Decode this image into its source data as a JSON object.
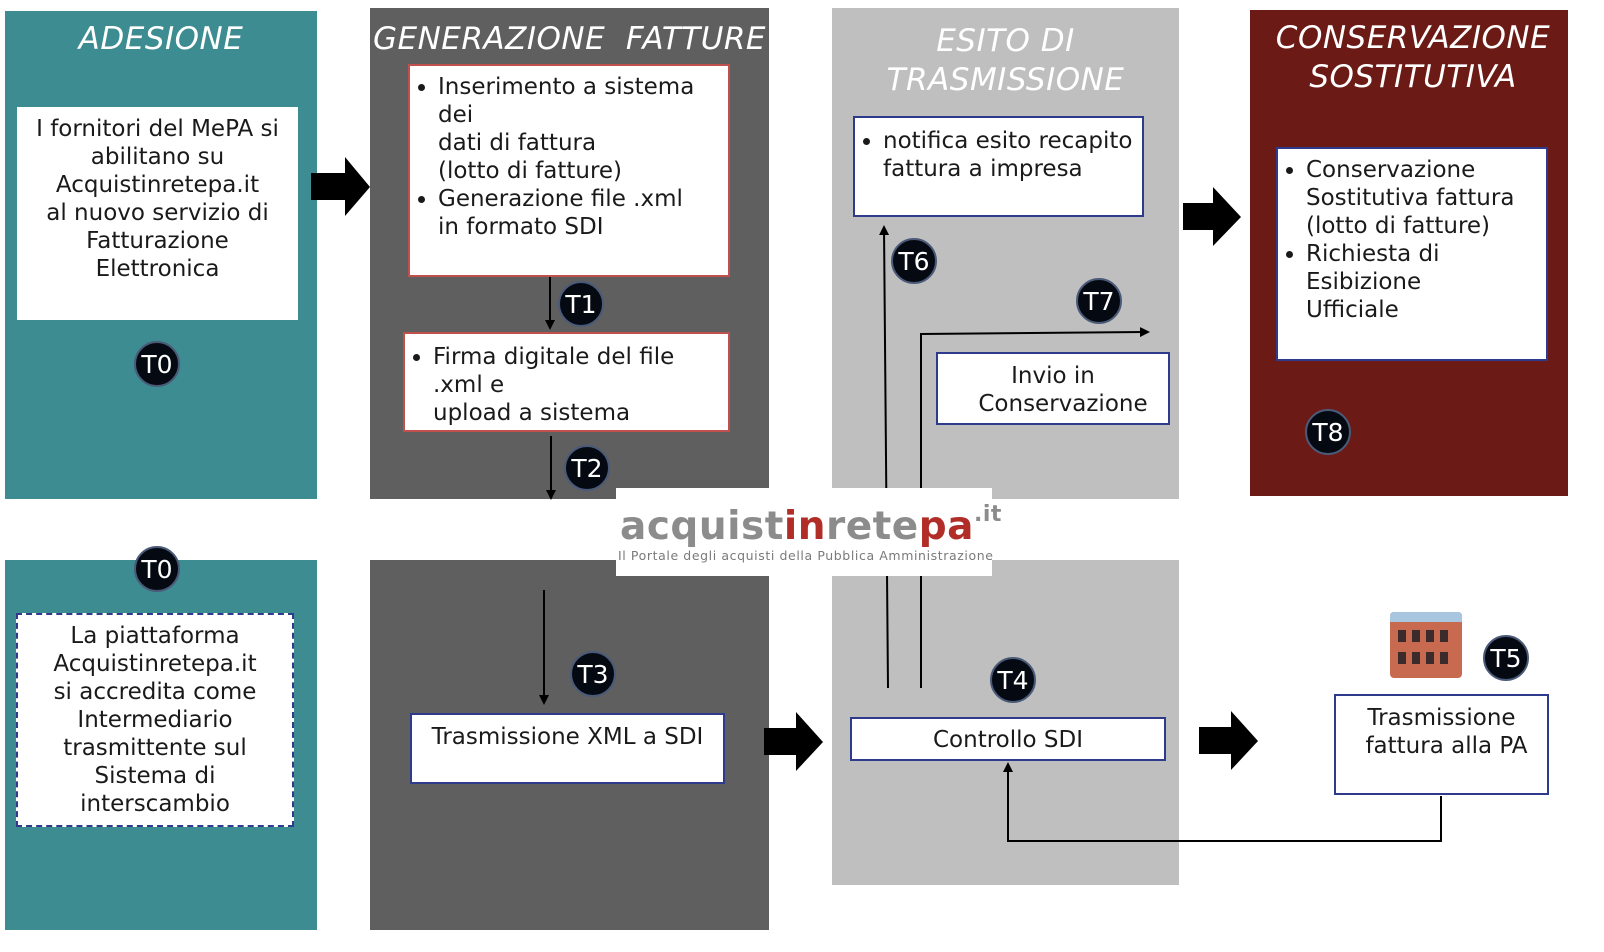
{
  "columns": {
    "adesione": {
      "title": "ADESIONE",
      "color": "#3c8c91"
    },
    "generazione": {
      "title": "GENERAZIONE  FATTURE",
      "color": "#5f5f5f"
    },
    "esito": {
      "title_line1": "ESITO DI",
      "title_line2": "TRASMISSIONE",
      "color": "#bfbfbf"
    },
    "conservazione": {
      "title_line1": "CONSERVAZIONE",
      "title_line2": "SOSTITUTIVA",
      "color": "#6b1a16"
    }
  },
  "boxes": {
    "fornitori": {
      "lines": [
        "I fornitori del MePA si",
        "abilitano su",
        "Acquistinretepa.it",
        "al nuovo servizio di",
        "Fatturazione",
        "Elettronica"
      ]
    },
    "inserimento": {
      "bullets": [
        {
          "lines": [
            "Inserimento a sistema  dei",
            "dati di fattura",
            "(lotto di fatture)"
          ]
        },
        {
          "lines": [
            "Generazione file .xml",
            "in formato SDI"
          ]
        }
      ]
    },
    "firma": {
      "bullets": [
        {
          "lines": [
            "Firma digitale del file .xml  e",
            "upload a sistema"
          ]
        }
      ]
    },
    "notifica": {
      "bullets": [
        {
          "lines": [
            "notifica esito recapito",
            "fattura a impresa"
          ]
        }
      ]
    },
    "invio": {
      "lines": [
        "Invio in",
        "Conservazione"
      ]
    },
    "conservazione": {
      "bullets": [
        {
          "lines": [
            "Conservazione",
            "Sostitutiva fattura",
            "(lotto di fatture)"
          ]
        },
        {
          "lines": [
            "Richiesta di Esibizione",
            "Ufficiale"
          ]
        }
      ]
    },
    "piattaforma": {
      "lines": [
        "La piattaforma",
        "Acquistinretepa.it",
        "si accredita come",
        "Intermediario",
        "trasmittente sul",
        "Sistema di",
        "interscambio"
      ]
    },
    "trasmissione_xml": {
      "label": "Trasmissione XML a SDI"
    },
    "controllo": {
      "label": "Controllo SDI"
    },
    "trasmissione_pa": {
      "lines": [
        "Trasmissione",
        "fattura alla PA"
      ]
    }
  },
  "badges": {
    "t0_top": "T0",
    "t0_bottom": "T0",
    "t1": "T1",
    "t2": "T2",
    "t3": "T3",
    "t4": "T4",
    "t5": "T5",
    "t6": "T6",
    "t7": "T7",
    "t8": "T8"
  },
  "logo": {
    "part1": "acquist",
    "part2": "in",
    "part3": "rete",
    "part4": "pa",
    "suffix": ".it",
    "tagline": "Il Portale degli acquisti della Pubblica Amministrazione"
  },
  "icons": {
    "arrow": "block-arrow-icon",
    "connector": "connector-arrow",
    "building": "building-icon"
  }
}
